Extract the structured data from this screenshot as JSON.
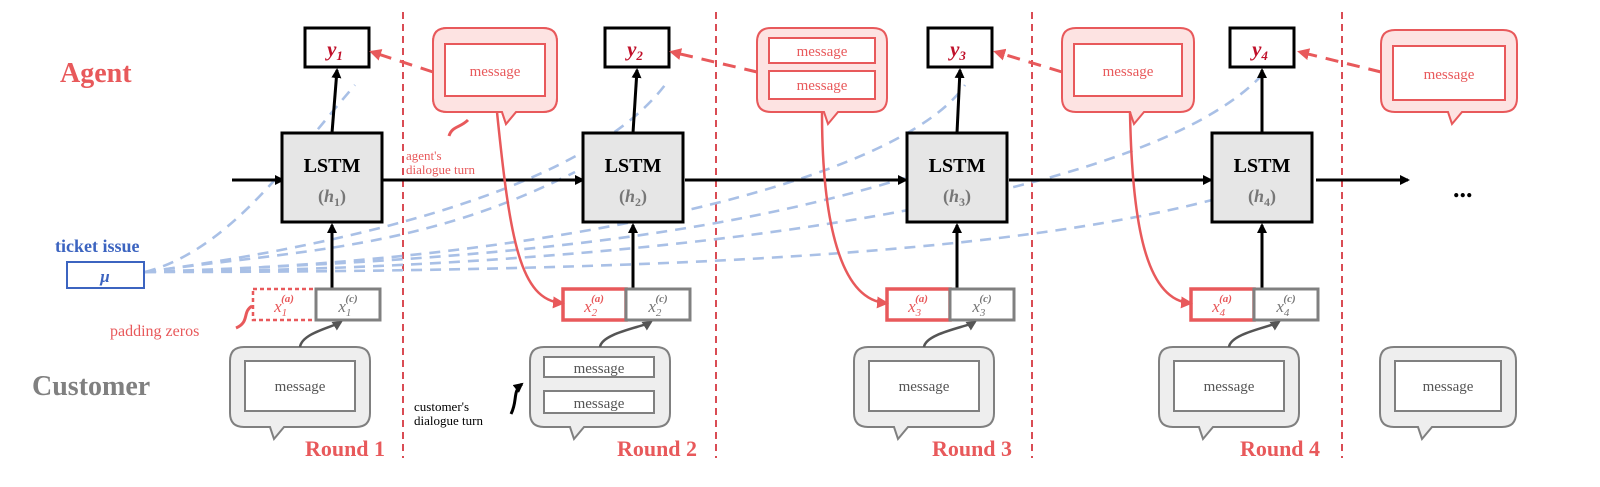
{
  "roles": {
    "agent": "Agent",
    "customer": "Customer"
  },
  "ticket": {
    "label": "ticket issue",
    "symbol": "μ"
  },
  "lstm_label": "LSTM",
  "rounds": [
    {
      "label": "Round 1",
      "h": "h",
      "h_sub": "1",
      "y": "y",
      "y_sub": "1",
      "xa": "x",
      "xa_sub": "1",
      "xa_sup": "(a)",
      "xc": "x",
      "xc_sub": "1",
      "xc_sup": "(c)"
    },
    {
      "label": "Round 2",
      "h": "h",
      "h_sub": "2",
      "y": "y",
      "y_sub": "2",
      "xa": "x",
      "xa_sub": "2",
      "xa_sup": "(a)",
      "xc": "x",
      "xc_sub": "2",
      "xc_sup": "(c)"
    },
    {
      "label": "Round 3",
      "h": "h",
      "h_sub": "3",
      "y": "y",
      "y_sub": "3",
      "xa": "x",
      "xa_sub": "3",
      "xa_sup": "(a)",
      "xc": "x",
      "xc_sub": "3",
      "xc_sup": "(c)"
    },
    {
      "label": "Round 4",
      "h": "h",
      "h_sub": "4",
      "y": "y",
      "y_sub": "4",
      "xa": "x",
      "xa_sub": "4",
      "xa_sup": "(a)",
      "xc": "x",
      "xc_sub": "4",
      "xc_sup": "(c)"
    }
  ],
  "message_label": "message",
  "annotations": {
    "padding_zeros": "padding zeros",
    "agent_turn_line1": "agent's",
    "agent_turn_line2": "dialogue turn",
    "customer_turn_line1": "customer's",
    "customer_turn_line2": "dialogue turn"
  },
  "ellipsis": "...",
  "colors": {
    "agent_red": "#e8595b",
    "agent_fill": "#fde3e2",
    "customer_gray": "#808080",
    "customer_fill": "#eeeeee",
    "lstm_fill": "#e6e6e6",
    "ticket_blue": "#3c64c0",
    "dashed_blue": "#a9c0e6",
    "black": "#000000"
  }
}
